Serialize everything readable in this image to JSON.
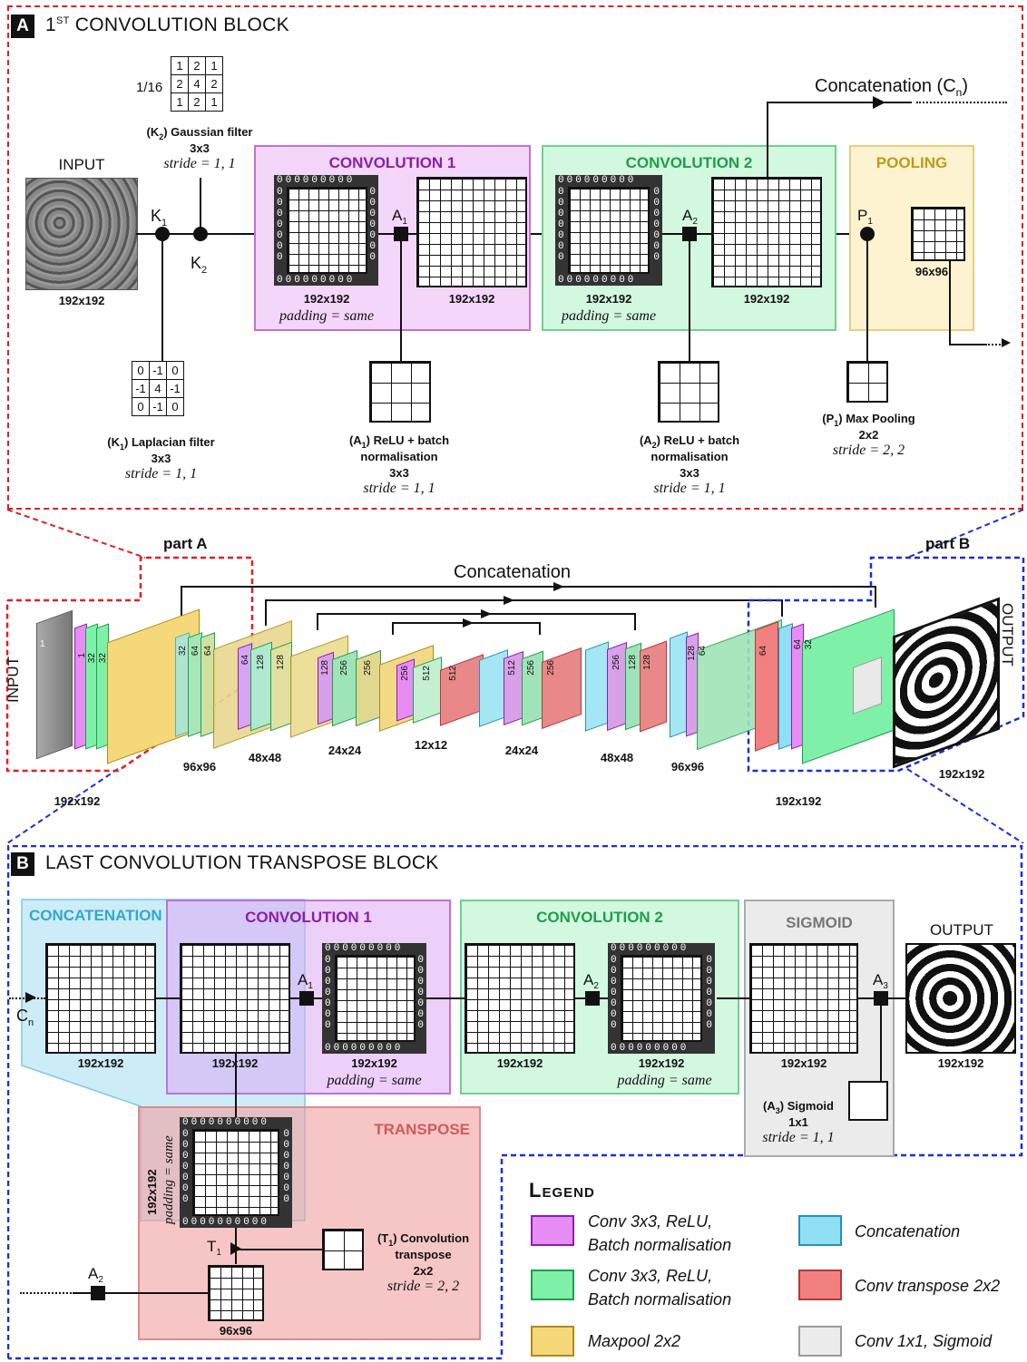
{
  "panel_a": {
    "tag": "A",
    "title_main": "1",
    "title_sup": "ST",
    "title_rest": " CONVOLUTION BLOCK",
    "input_label": "INPUT",
    "input_size": "192x192",
    "gaussian": {
      "scale": "1/16",
      "matrix": [
        [
          "1",
          "2",
          "1"
        ],
        [
          "2",
          "4",
          "2"
        ],
        [
          "1",
          "2",
          "1"
        ]
      ],
      "name_sym": "(K",
      "name_sub": "2",
      "name_rest": ") Gaussian filter",
      "size": "3x3",
      "stride": "stride = 1, 1"
    },
    "laplacian": {
      "matrix": [
        [
          "0",
          "-1",
          "0"
        ],
        [
          "-1",
          "4",
          "-1"
        ],
        [
          "0",
          "-1",
          "0"
        ]
      ],
      "name_sym": "(K",
      "name_sub": "1",
      "name_rest": ") Laplacian filter",
      "size": "3x3",
      "stride": "stride = 1, 1"
    },
    "k1": "K",
    "k1_sub": "1",
    "k2": "K",
    "k2_sub": "2",
    "conv1": {
      "title": "CONVOLUTION 1",
      "pad_size": "192x192",
      "padding": "padding = same",
      "out_size": "192x192"
    },
    "conv2": {
      "title": "CONVOLUTION 2",
      "pad_size": "192x192",
      "padding": "padding = same",
      "out_size": "192x192"
    },
    "pooling": {
      "title": "POOLING",
      "out_size": "96x96"
    },
    "a1": "A",
    "a1_sub": "1",
    "a2": "A",
    "a2_sub": "2",
    "p1": "P",
    "p1_sub": "1",
    "relu1": {
      "sym": "(A",
      "sub": "1",
      "rest": ") ReLU + batch",
      "line2": "normalisation",
      "size": "3x3",
      "stride": "stride = 1, 1"
    },
    "relu2": {
      "sym": "(A",
      "sub": "2",
      "rest": ") ReLU + batch",
      "line2": "normalisation",
      "size": "3x3",
      "stride": "stride = 1, 1"
    },
    "maxpool": {
      "sym": "(P",
      "sub": "1",
      "rest": ") Max Pooling",
      "size": "2x2",
      "stride": "stride = 2, 2"
    },
    "concat": "Concatenation (C",
    "concat_sub": "n",
    "concat_end": ")"
  },
  "overview": {
    "part_a": "part A",
    "part_b": "part B",
    "concatenation": "Concatenation",
    "input": "INPUT",
    "output": "OUTPUT",
    "sizes": [
      "192x192",
      "96x96",
      "48x48",
      "24x24",
      "12x12",
      "24x24",
      "48x48",
      "96x96",
      "192x192",
      "192x192"
    ],
    "input_ch": "1",
    "ch_block1": [
      "1",
      "32",
      "32"
    ],
    "ch_block2": [
      "32",
      "64",
      "64"
    ],
    "ch_block3": [
      "64",
      "128",
      "128"
    ],
    "ch_block4": [
      "128",
      "256",
      "256"
    ],
    "ch_block5": [
      "256",
      "512",
      "512"
    ],
    "ch_block6": [
      "512",
      "256",
      "256"
    ],
    "ch_block7": [
      "256",
      "128",
      "128"
    ],
    "ch_block8": [
      "128",
      "64"
    ],
    "ch_block9": [
      "64",
      "64",
      "32"
    ]
  },
  "panel_b": {
    "tag": "B",
    "title": "LAST CONVOLUTION TRANSPOSE BLOCK",
    "concat_title": "CONCATENATION",
    "conv1": {
      "title": "CONVOLUTION 1",
      "pad_size": "192x192",
      "padding": "padding = same"
    },
    "conv2": {
      "title": "CONVOLUTION 2",
      "pad_size": "192x192",
      "padding": "padding = same"
    },
    "sigmoid": {
      "title": "SIGMOID",
      "size": "192x192"
    },
    "output_label": "OUTPUT",
    "output_size": "192x192",
    "concat_size_1": "192x192",
    "concat_size_2": "192x192",
    "conv2_in_size": "192x192",
    "cn": "C",
    "cn_sub": "n",
    "a1": "A",
    "a1_sub": "1",
    "a2": "A",
    "a2_sub": "2",
    "a3": "A",
    "a3_sub": "3",
    "sigmoid_note": {
      "sym": "(A",
      "sub": "3",
      "rest": ") Sigmoid",
      "size": "1x1",
      "stride": "stride = 1, 1"
    },
    "transpose": {
      "title": "TRANSPOSE",
      "size": "192x192",
      "padding": "padding = same",
      "in_size": "96x96"
    },
    "t1": "T",
    "t1_sub": "1",
    "conv_t": {
      "sym": "(T",
      "sub": "1",
      "rest": ") Convolution",
      "line2": "transpose",
      "size": "2x2",
      "stride": "stride = 2, 2"
    }
  },
  "legend": {
    "title": "Legend",
    "items": [
      {
        "label_1": "Conv 3x3, ReLU,",
        "label_2": "Batch normalisation",
        "fill": "#e88cf5",
        "stroke": "#8a1fa8"
      },
      {
        "label_1": "Conv 3x3, ReLU,",
        "label_2": "Batch normalisation",
        "fill": "#7ef0a8",
        "stroke": "#1e9e4a"
      },
      {
        "label_1": "Maxpool 2x2",
        "label_2": "",
        "fill": "#f5d87a",
        "stroke": "#b08a18"
      },
      {
        "label_1": "Concatenation",
        "label_2": "",
        "fill": "#8fe0f5",
        "stroke": "#2a90b5"
      },
      {
        "label_1": "Conv transpose 2x2",
        "label_2": "",
        "fill": "#f28080",
        "stroke": "#b23a3a"
      },
      {
        "label_1": "Conv 1x1, Sigmoid",
        "label_2": "",
        "fill": "#ececec",
        "stroke": "#999999"
      }
    ]
  },
  "colors": {
    "red_dash": "#e02020",
    "blue_dash": "#1a2fd8",
    "purple": "#a030c0",
    "green": "#30b060",
    "gold": "#c09a18",
    "cyan": "#30a8d0",
    "salmon": "#d05a5a",
    "gray": "#888888"
  }
}
